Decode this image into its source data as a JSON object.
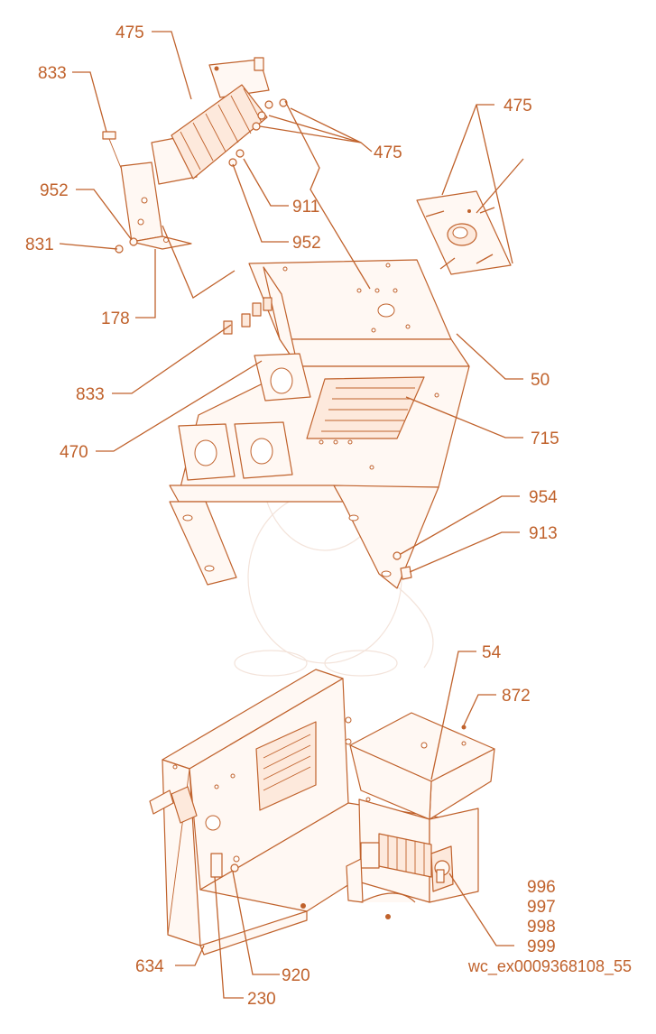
{
  "colors": {
    "ink": "#c0622c",
    "background": "#ffffff"
  },
  "callouts": {
    "c475_top": "475",
    "c833_top": "833",
    "c475_right_a": "475",
    "c475_right_b": "475",
    "c952_left": "952",
    "c911": "911",
    "c831": "831",
    "c952_mid": "952",
    "c178": "178",
    "c50": "50",
    "c833_mid": "833",
    "c715": "715",
    "c470": "470",
    "c954": "954",
    "c913": "913",
    "c54": "54",
    "c872": "872",
    "c996": "996",
    "c997": "997",
    "c998": "998",
    "c999": "999",
    "c920": "920",
    "c634": "634",
    "c230": "230"
  },
  "footer": {
    "code": "wc_ex0009368108_55"
  }
}
